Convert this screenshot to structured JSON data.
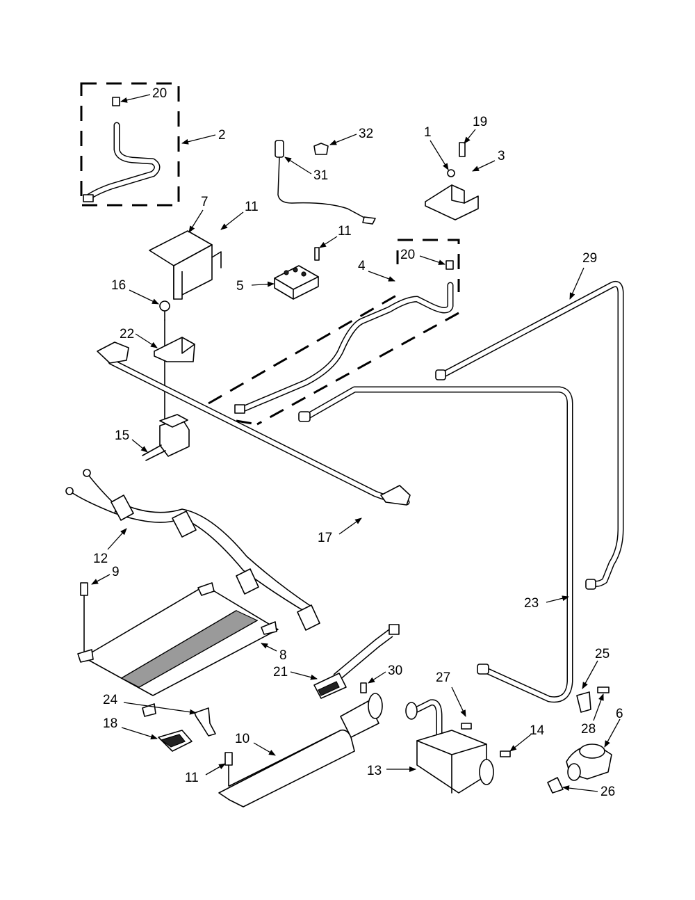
{
  "callouts": [
    {
      "id": "c20a",
      "text": "20"
    },
    {
      "id": "c2",
      "text": "2"
    },
    {
      "id": "c32",
      "text": "32"
    },
    {
      "id": "c31",
      "text": "31"
    },
    {
      "id": "c1",
      "text": "1"
    },
    {
      "id": "c19",
      "text": "19"
    },
    {
      "id": "c3",
      "text": "3"
    },
    {
      "id": "c7",
      "text": "7"
    },
    {
      "id": "c11a",
      "text": "11"
    },
    {
      "id": "c11b",
      "text": "11"
    },
    {
      "id": "c5",
      "text": "5"
    },
    {
      "id": "c4",
      "text": "4"
    },
    {
      "id": "c20b",
      "text": "20"
    },
    {
      "id": "c29",
      "text": "29"
    },
    {
      "id": "c16",
      "text": "16"
    },
    {
      "id": "c22",
      "text": "22"
    },
    {
      "id": "c15",
      "text": "15"
    },
    {
      "id": "c12",
      "text": "12"
    },
    {
      "id": "c17",
      "text": "17"
    },
    {
      "id": "c9",
      "text": "9"
    },
    {
      "id": "c23",
      "text": "23"
    },
    {
      "id": "c8",
      "text": "8"
    },
    {
      "id": "c21",
      "text": "21"
    },
    {
      "id": "c30",
      "text": "30"
    },
    {
      "id": "c27",
      "text": "27"
    },
    {
      "id": "c25",
      "text": "25"
    },
    {
      "id": "c24",
      "text": "24"
    },
    {
      "id": "c18",
      "text": "18"
    },
    {
      "id": "c10",
      "text": "10"
    },
    {
      "id": "c14",
      "text": "14"
    },
    {
      "id": "c6",
      "text": "6"
    },
    {
      "id": "c28",
      "text": "28"
    },
    {
      "id": "c11c",
      "text": "11"
    },
    {
      "id": "c13",
      "text": "13"
    },
    {
      "id": "c26",
      "text": "26"
    }
  ]
}
